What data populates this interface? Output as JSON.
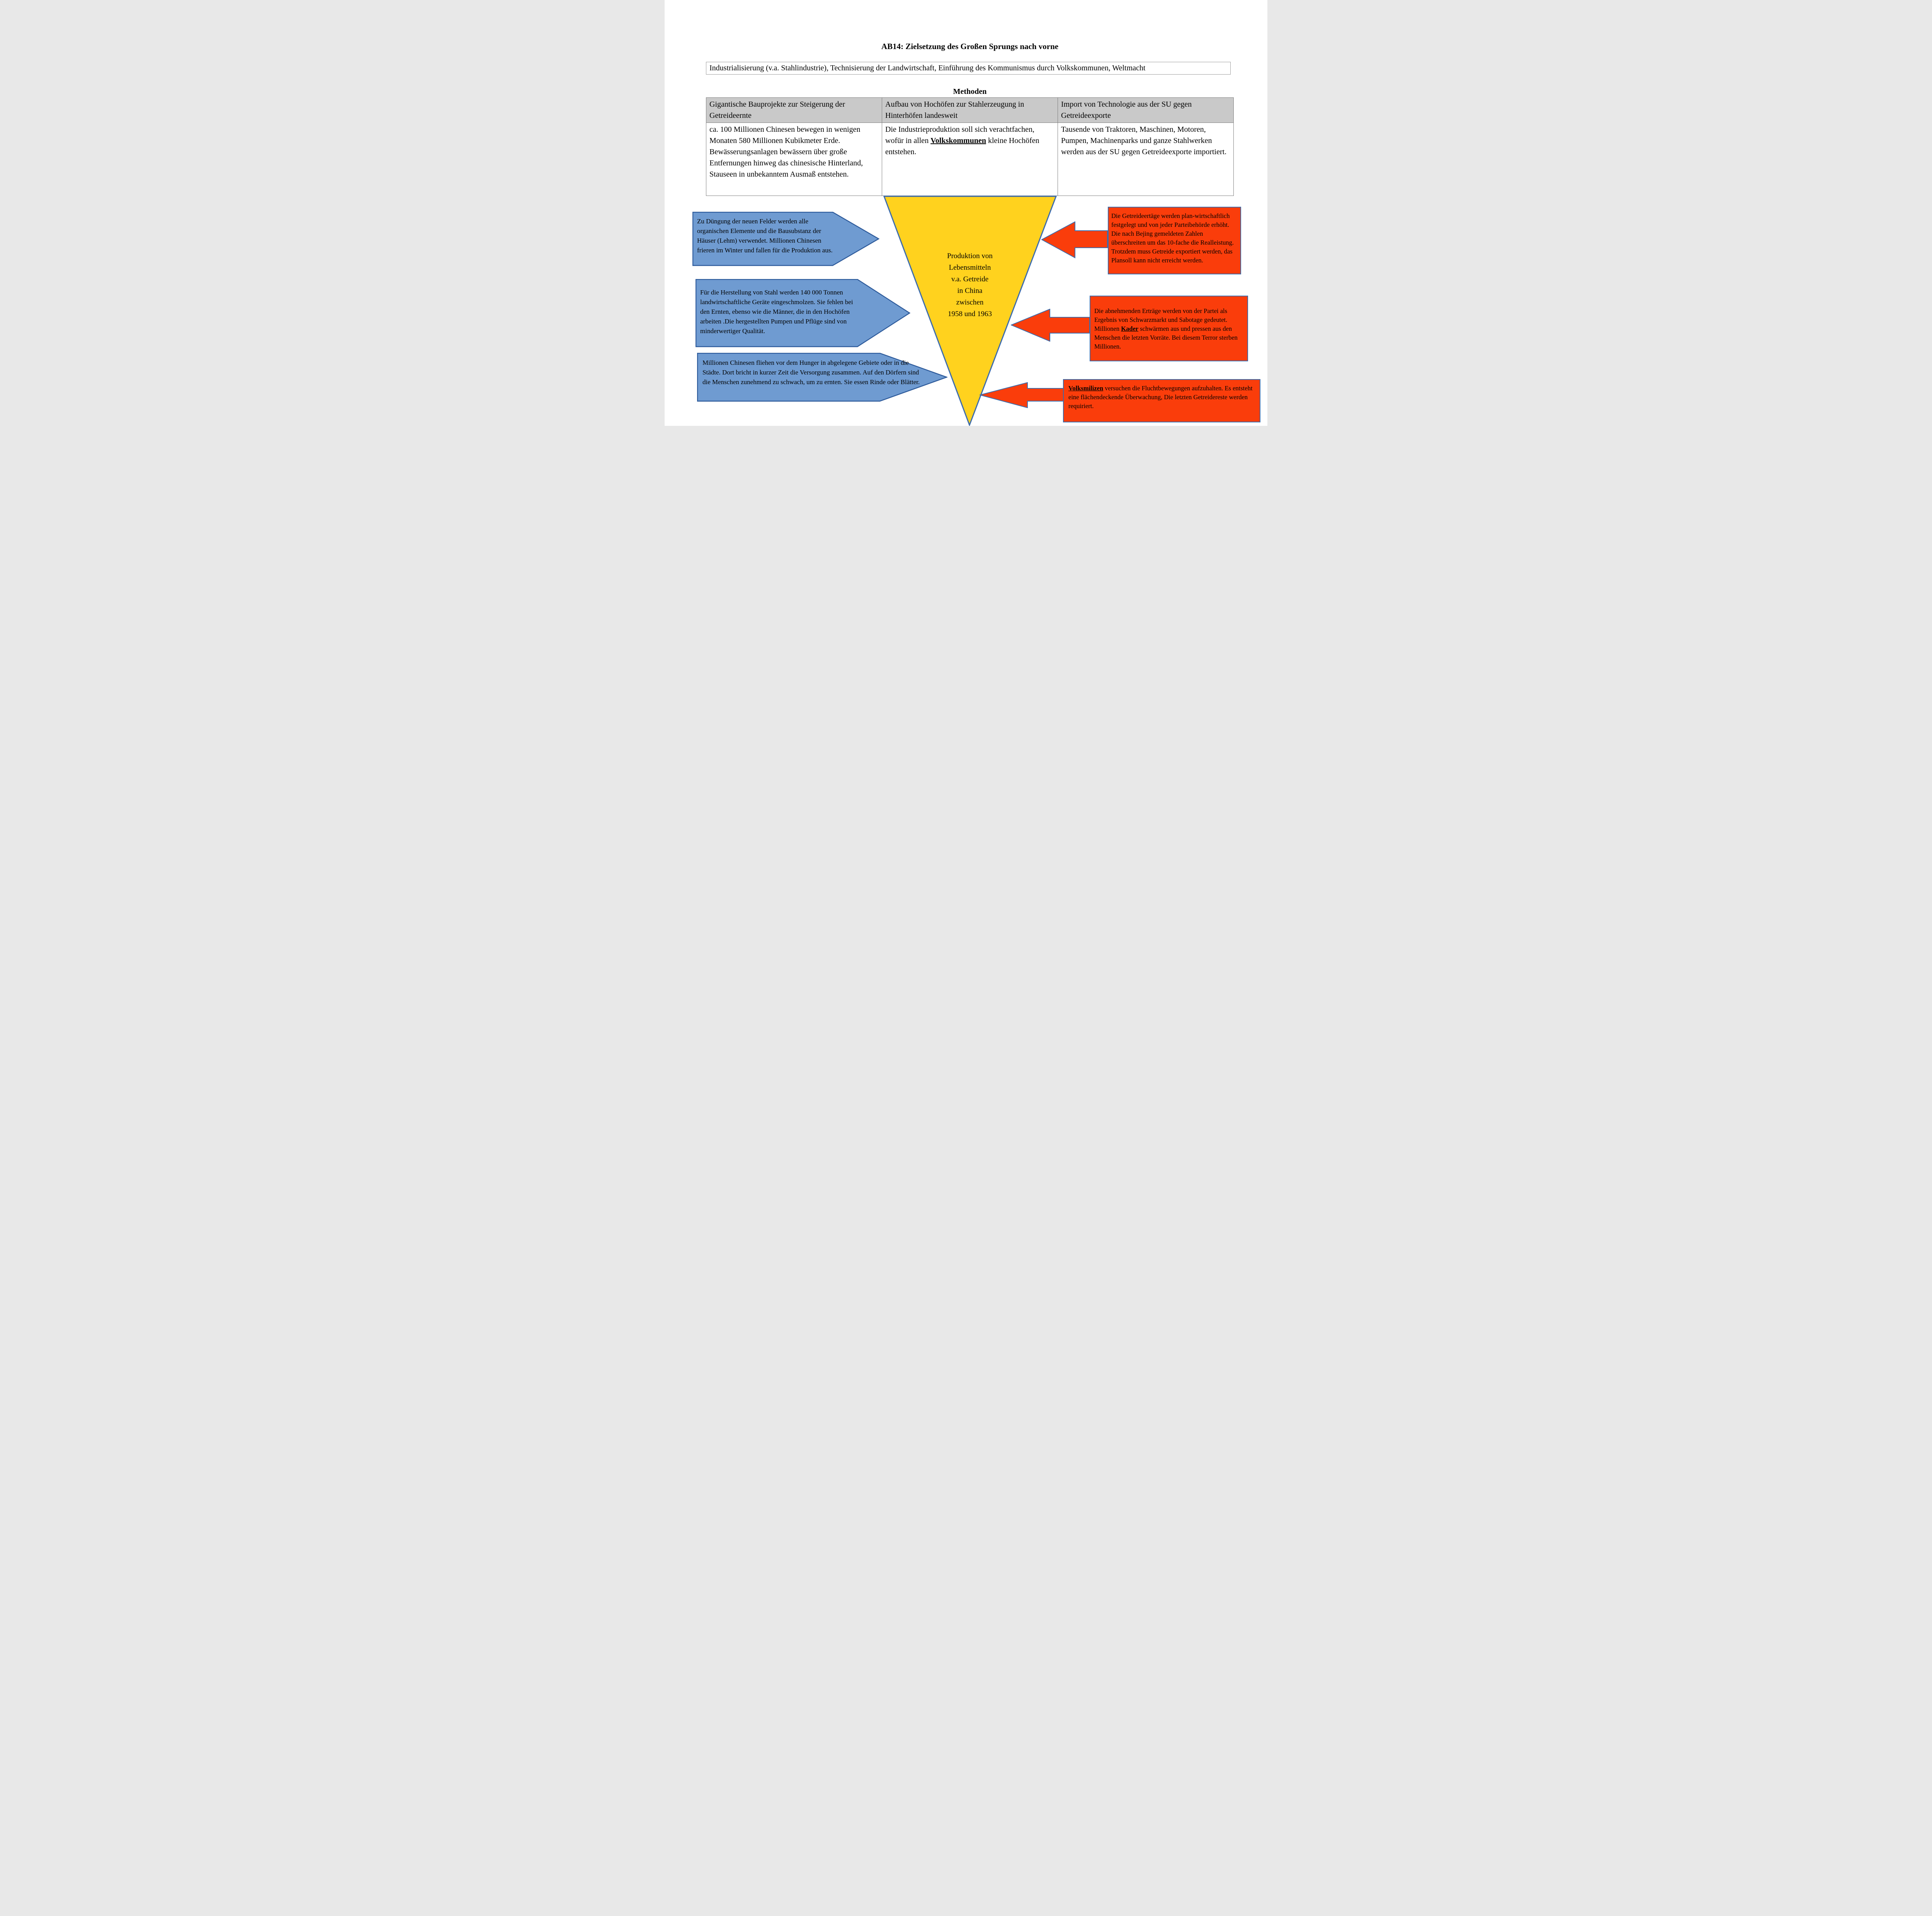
{
  "title": "AB14: Zielsetzung des Großen Sprungs nach vorne",
  "goals_box": {
    "text": "Industrialisierung (v.a. Stahlindustrie), Technisierung der Landwirtschaft, Einführung des Kommunismus durch Volkskommunen, Weltmacht"
  },
  "methods": {
    "heading": "Methoden",
    "columns": [
      {
        "header": "Gigantische Bauprojekte zur Steigerung der Getreideernte",
        "body": "ca. 100 Millionen Chinesen bewegen in wenigen Monaten 580 Millionen Kubikmeter Erde. Bewässerungsanlagen bewässern über große Entfernungen hinweg das chinesische Hinterland, Stauseen in unbekanntem Ausmaß entstehen."
      },
      {
        "header": "Aufbau von Hochöfen zur Stahlerzeugung in Hinterhöfen landesweit",
        "body_pre": "Die Industrieproduktion soll sich verachtfachen, wofür in allen ",
        "keyword": "Volkskommunen",
        "body_post": " kleine Hochöfen entstehen."
      },
      {
        "header": "Import von Technologie aus der SU gegen Getreideexporte",
        "body": "Tausende von  Traktoren, Maschinen, Motoren, Pumpen, Machinenparks und ganze Stahlwerken werden aus der SU gegen Getreideexporte importiert."
      }
    ]
  },
  "funnel": {
    "lines": [
      "Produktion von",
      "Lebensmitteln",
      "v.a. Getreide",
      "in China",
      "zwischen",
      "1958 und 1963"
    ]
  },
  "left_notes": [
    {
      "text": "Zu Düngung der neuen Felder werden alle organischen Elemente und die Bausubstanz der Häuser (Lehm) verwendet. Millionen Chinesen frieren im Winter und fallen für die Produktion aus."
    },
    {
      "text": "Für die Herstellung von Stahl werden 140 000 Tonnen landwirtschaftliche Geräte eingeschmolzen. Sie fehlen bei den Ernten, ebenso wie die Männer, die in den Hochöfen arbeiten .Die hergestellten Pumpen und Pflüge sind von minderwertiger Qualität."
    },
    {
      "text": "Millionen Chinesen fliehen vor dem Hunger in abgelegene Gebiete oder in die Städte. Dort bricht in kurzer Zeit die Versorgung zusammen. Auf den Dörfern sind die Menschen  zunehmend zu schwach, um zu ernten. Sie essen Rinde oder Blätter."
    }
  ],
  "right_notes": [
    {
      "text": "Die  Getreideertäge werden plan-wirtschaftlich festgelegt und von jeder Parteibehörde erhöht. Die nach Bejing gemeldeten Zahlen überschreiten um das 10-fache die Realleistung. Trotzdem muss Getreide exportiert werden, das Plansoll kann nicht erreicht werden."
    },
    {
      "text_pre": "Die abnehmenden Erträge werden von der Partei als Ergebnis von Schwarzmarkt und Sabotage gedeutet. Millionen ",
      "keyword": "Kader",
      "text_post": " schwärmen aus und pressen aus den Menschen die letzten Vorräte. Bei diesem Terror sterben Millionen."
    },
    {
      "keyword": "Volksmilizen",
      "text_post": " versuchen die Fluchtbewegungen aufzuhalten. Es entsteht eine flächendeckende Überwachung, Die letzten Getreidereste werden requiriert."
    }
  ],
  "colors": {
    "funnel_yellow": "#ffd21e",
    "shape_border_blue": "#3d6cab",
    "note_blue_fill": "#6f9bd1",
    "note_blue_border": "#2e5b9b",
    "alert_red": "#fa3d0b",
    "table_header_gray": "#c9c9c9"
  }
}
